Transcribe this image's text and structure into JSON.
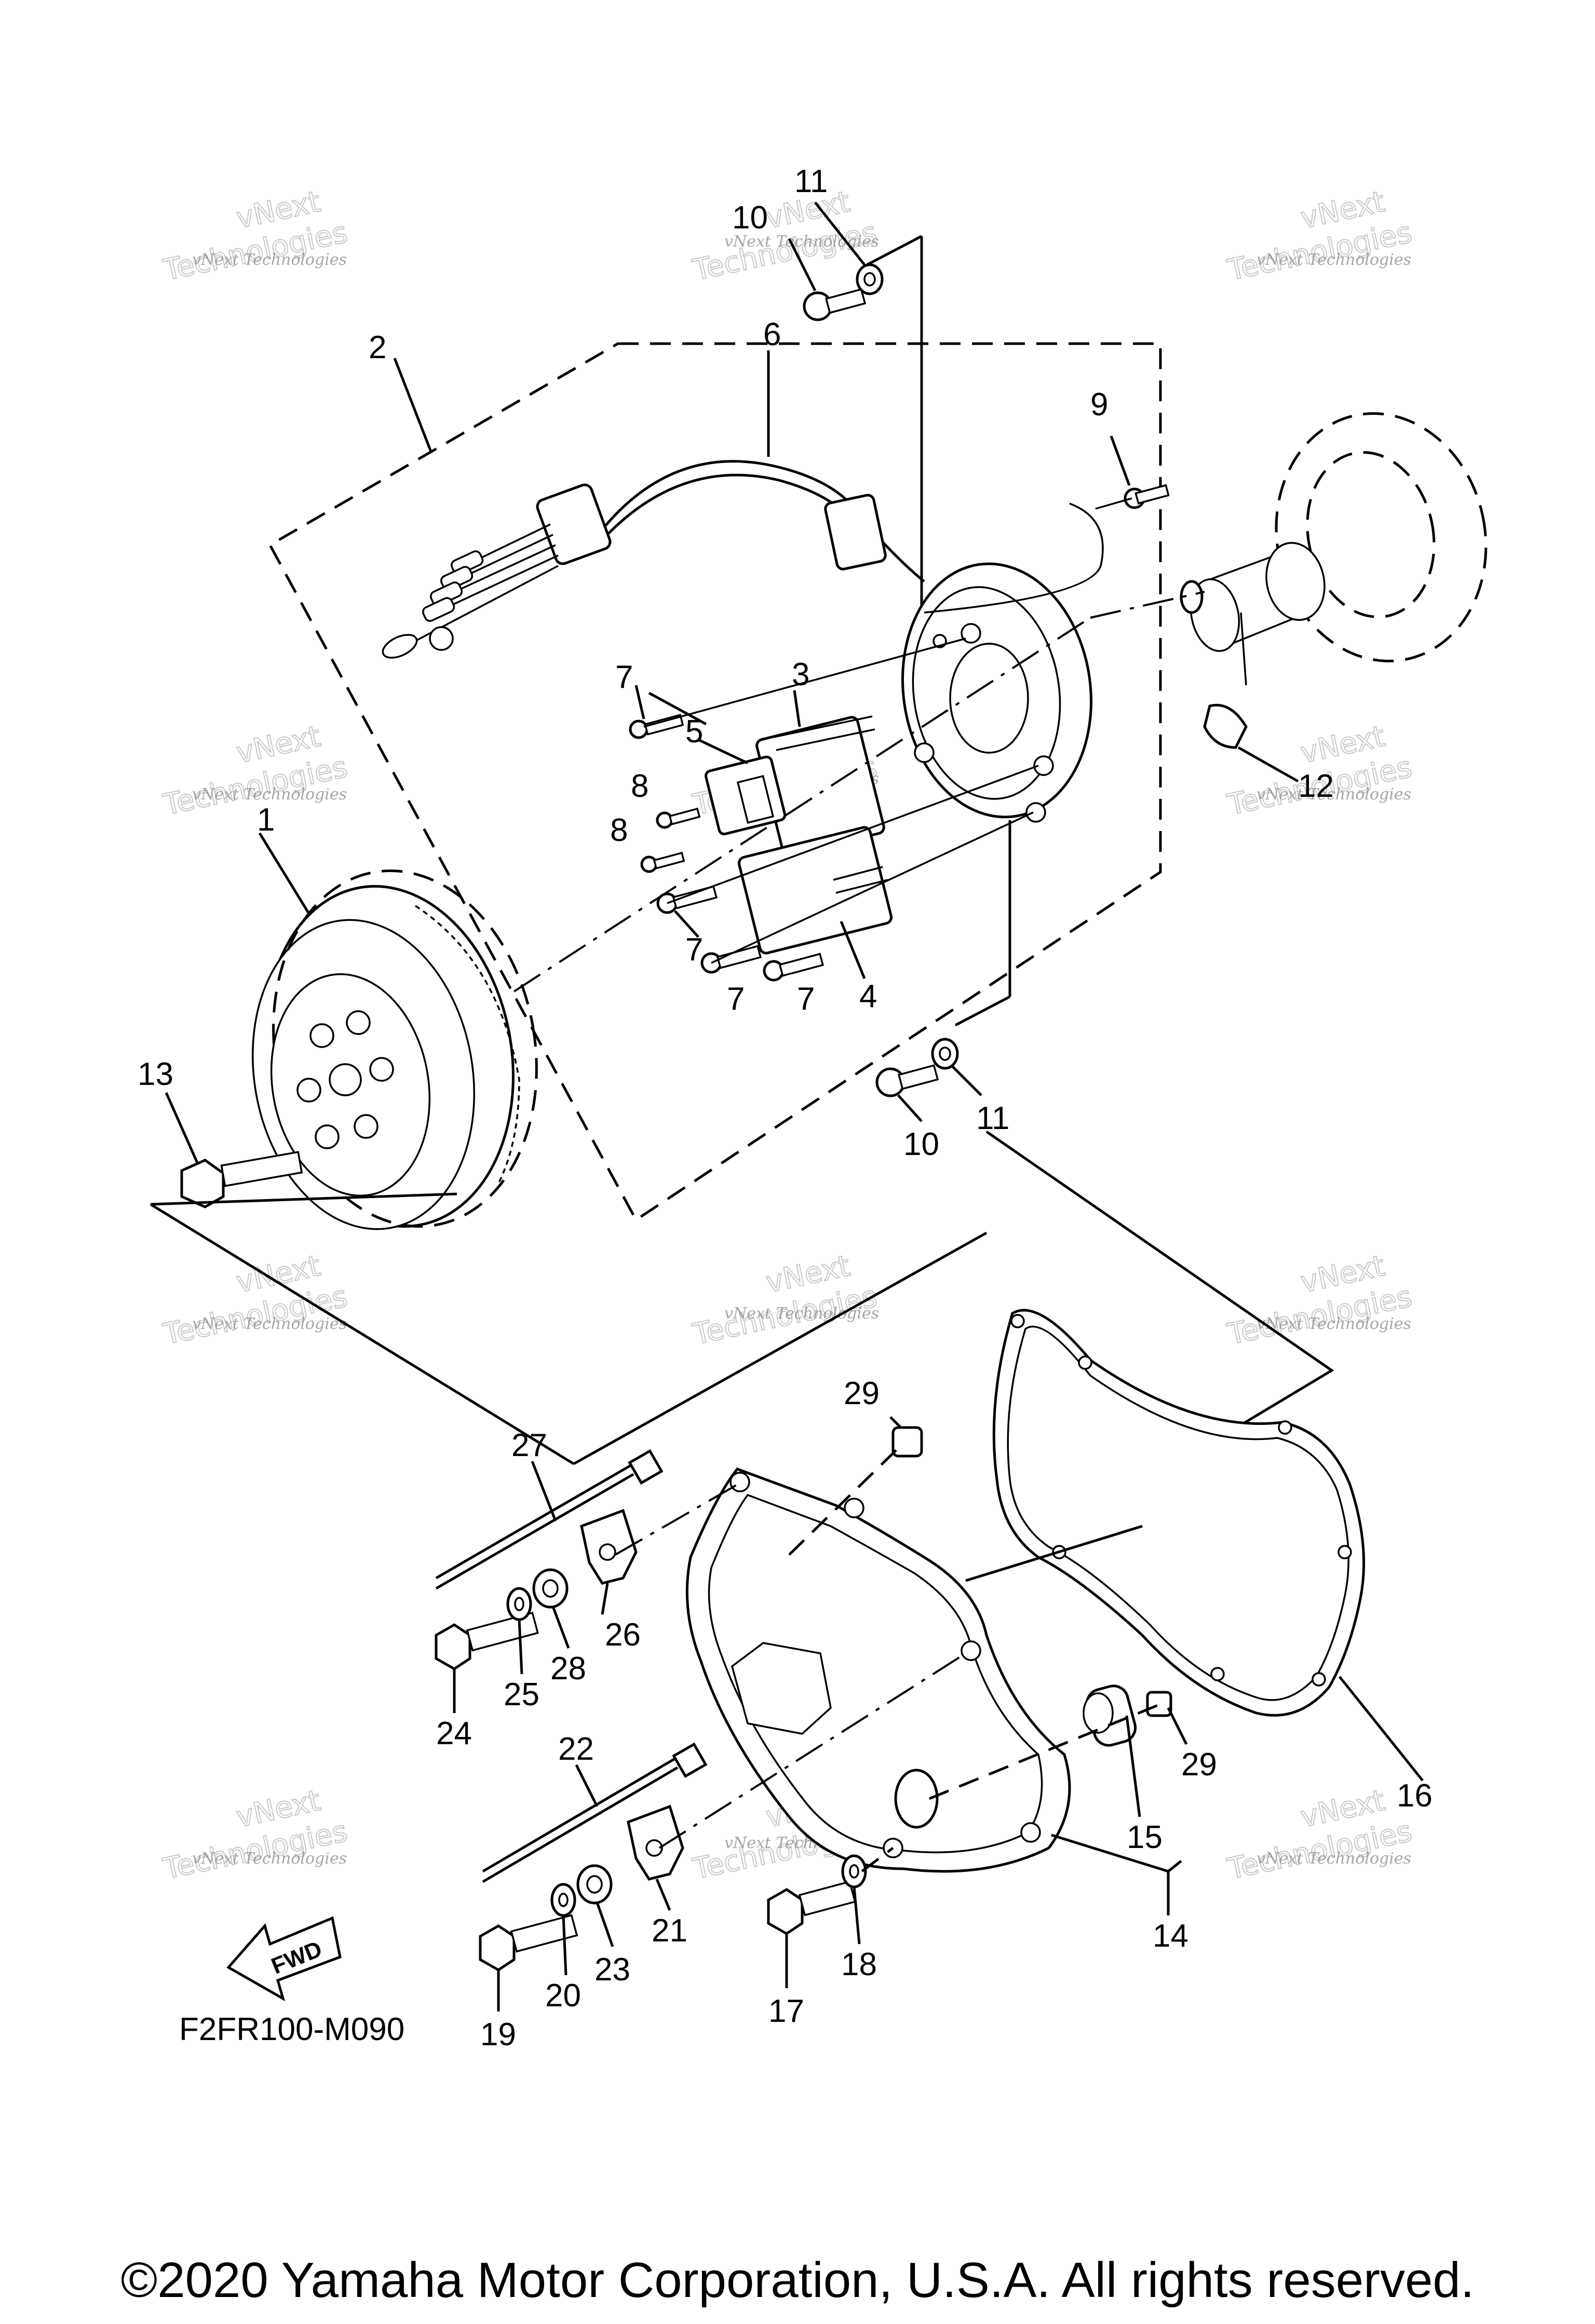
{
  "diagram": {
    "callouts": {
      "c1": "1",
      "c2": "2",
      "c3": "3",
      "c4": "4",
      "c5": "5",
      "c6": "6",
      "c7a": "7",
      "c7b": "7",
      "c7c": "7",
      "c7d": "7",
      "c8a": "8",
      "c8b": "8",
      "c9": "9",
      "c10a": "10",
      "c10b": "10",
      "c11a": "11",
      "c11b": "11",
      "c12": "12",
      "c13": "13",
      "c14": "14",
      "c15": "15",
      "c16": "16",
      "c17": "17",
      "c18": "18",
      "c19": "19",
      "c20": "20",
      "c21": "21",
      "c22": "22",
      "c23": "23",
      "c24": "24",
      "c25": "25",
      "c26": "26",
      "c27": "27",
      "c28": "28",
      "c29a": "29",
      "c29b": "29"
    },
    "fwd_label": "FWD",
    "drawing_code": "F2FR100-M090",
    "watermark_line1": "vNext Technologies",
    "watermark_line2": "vNext",
    "watermark_line3": "Technologies"
  },
  "footer": {
    "copyright": "©2020 Yamaha Motor Corporation, U.S.A. All rights reserved."
  }
}
